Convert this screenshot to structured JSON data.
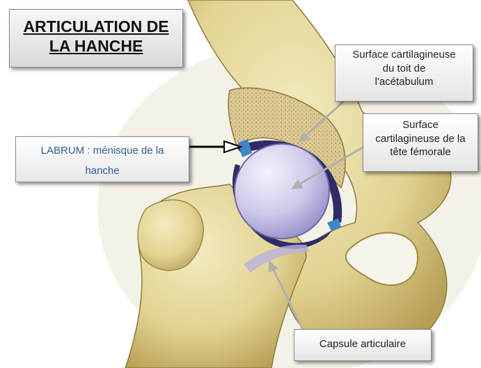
{
  "title": {
    "line1": "ARTICULATION DE",
    "line2": "LA HANCHE"
  },
  "labels": {
    "toit": [
      "Surface cartilagineuse",
      "du toit de",
      "l'acétabulum"
    ],
    "tete": [
      "Surface",
      "cartilagineuse de la",
      "tête fémorale"
    ],
    "labrum": [
      "LABRUM : ménisque de la",
      "hanche"
    ],
    "capsule": "Capsule articulaire"
  },
  "colors": {
    "bone": "#e6d99c",
    "bone_shadow": "#b9a55e",
    "cartilage": "#c8c2e6",
    "capsule": "#32306a",
    "labrum": "#3f86c9",
    "spongy": "#d9c691",
    "label_text_labrum": "#2f5a9a"
  }
}
